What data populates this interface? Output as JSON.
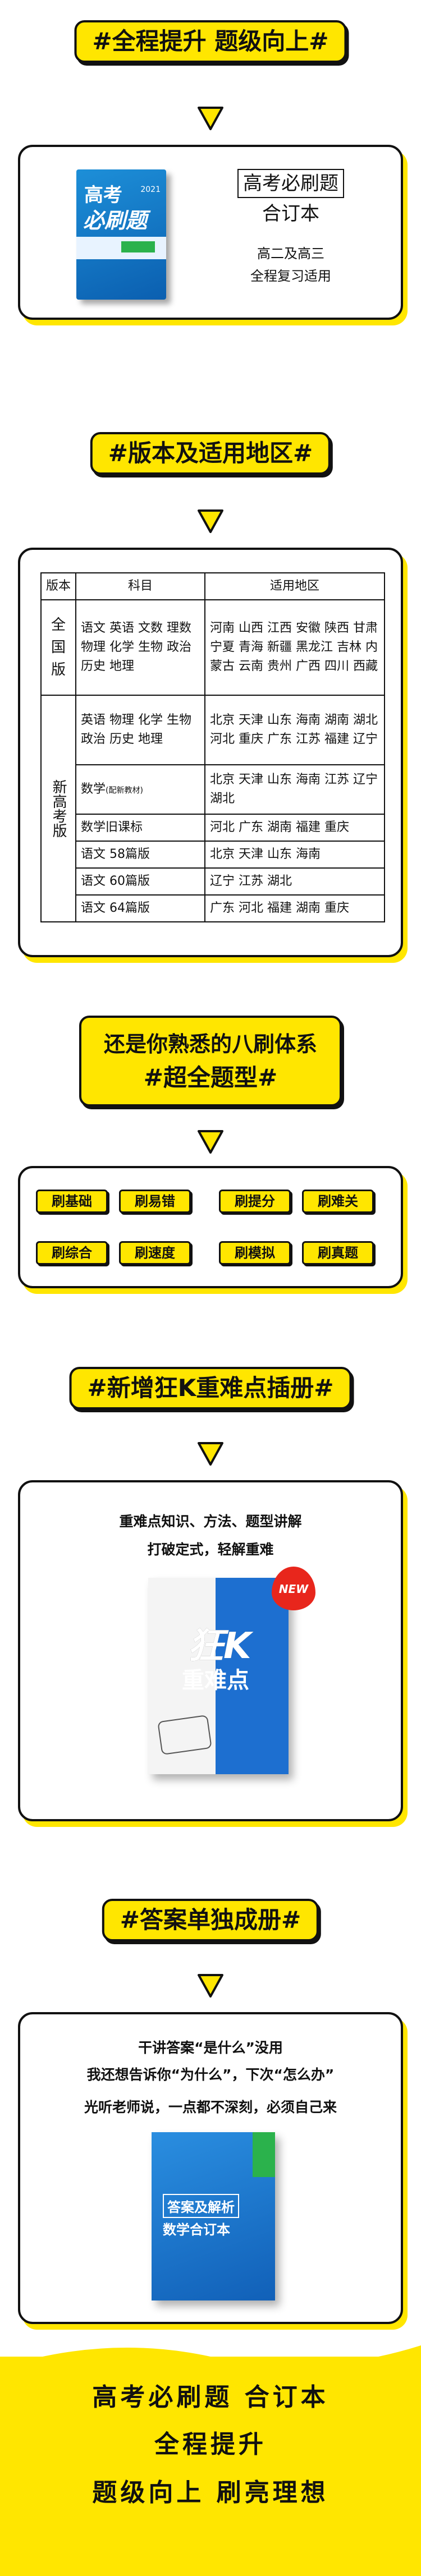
{
  "s1": {
    "title": "#全程提升 题级向上#",
    "book_title": [
      "高考",
      "必刷题"
    ],
    "book_year": "2021",
    "card_title": "高考必刷题",
    "card_title2": "合订本",
    "sub1": "高二及高三",
    "sub2": "全程复习适用"
  },
  "s2": {
    "title": "#版本及适用地区#",
    "headers": [
      "版本",
      "科目",
      "适用地区"
    ],
    "rows": [
      {
        "version": "全国版",
        "subject": "语文 英语 文数 理数 物理 化学 生物 政治 历史 地理",
        "regions": "河南 山西 江西 安徽 陕西 甘肃 宁夏 青海 新疆 黑龙江 吉林 内蒙古 云南 贵州 广西 四川 西藏"
      },
      {
        "version": "新高考版",
        "subject": "英语 物理 化学 生物 政治 历史 地理",
        "regions": "北京 天津 山东 海南 湖南 湖北 河北 重庆 广东 江苏 福建 辽宁"
      },
      {
        "subject": "数学",
        "subject_note": "(配新教材)",
        "regions": "北京 天津 山东 海南 江苏 辽宁 湖北"
      },
      {
        "subject": "数学旧课标",
        "regions": "河北 广东 湖南 福建 重庆"
      },
      {
        "subject": "语文 58篇版",
        "regions": "北京 天津 山东 海南"
      },
      {
        "subject": "语文 60篇版",
        "regions": "辽宁 江苏 湖北"
      },
      {
        "subject": "语文 64篇版",
        "regions": "广东 河北 福建 湖南 重庆"
      }
    ]
  },
  "s3": {
    "title_line1": "还是你熟悉的八刷体系",
    "title_line2": "#超全题型#",
    "tags": [
      "刷基础",
      "刷易错",
      "刷提分",
      "刷难关",
      "刷综合",
      "刷速度",
      "刷模拟",
      "刷真题"
    ]
  },
  "s4": {
    "title": "#新增狂K重难点插册#",
    "line1": "重难点知识、方法、题型讲解",
    "line2": "打破定式，轻解重难",
    "book_title": "狂K",
    "book_sub": "重难点",
    "badge": "NEW"
  },
  "s5": {
    "title": "#答案单独成册#",
    "line1": "干讲答案“是什么”没用",
    "line2": "我还想告诉你“为什么”，下次“怎么办”",
    "line3": "光听老师说，一点都不深刻，必须自己来",
    "book_label": "答案及解析",
    "book_sub": "数学合订本"
  },
  "bottom": {
    "line1": "高考必刷题  合订本",
    "line2": "全程提升",
    "line3": "题级向上  刷亮理想"
  },
  "colors": {
    "accent": "#ffe600",
    "ink": "#111111",
    "book_blue": "#1d6fd0"
  }
}
